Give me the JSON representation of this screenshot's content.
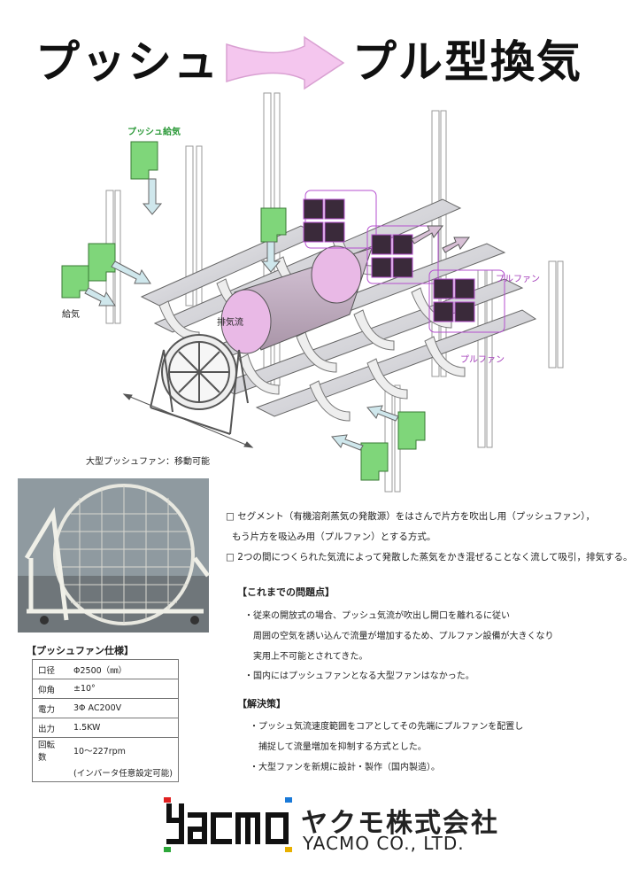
{
  "title": {
    "left": "プッシュ",
    "right": "プル型換気"
  },
  "labels": {
    "push_supply": "プッシュ給気",
    "supply": "給気",
    "exhaust_flow": "排気流",
    "pull_fan_top": "プルファン",
    "pull_fan_bottom": "プルファン",
    "large_fan": "大型プッシュファン：移動可能"
  },
  "description": [
    "□ セグメント（有機溶剤蒸気の発散源）をはさんで片方を吹出し用（プッシュファン），",
    "もう片方を吸込み用（プルファン）とする方式。",
    "□ 2つの間につくられた気流によって発散した蒸気をかき混ぜることなく流して吸引，排気する。"
  ],
  "problems": {
    "heading": "【これまでの問題点】",
    "lines": [
      "・従来の開放式の場合、プッシュ気流が吹出し開口を離れるに従い",
      "周囲の空気を誘い込んで流量が増加するため、プルファン設備が大きくなり",
      "実用上不可能とされてきた。",
      "・国内にはプッシュファンとなる大型ファンはなかった。"
    ]
  },
  "solution": {
    "heading": "【解決策】",
    "lines": [
      "・プッシュ気流速度範囲をコアとしてその先端にプルファンを配置し",
      "捕捉して流量増加を抑制する方式とした。",
      "・大型ファンを新規に設計・製作（国内製造）。"
    ]
  },
  "spec": {
    "heading": "【プッシュファン仕様】",
    "rows": [
      {
        "key": "口径",
        "value": "Φ2500（㎜）"
      },
      {
        "key": "仰角",
        "value": "±10°"
      },
      {
        "key": "電力",
        "value": "3Φ AC200V"
      },
      {
        "key": "出力",
        "value": "1.5KW"
      },
      {
        "key": "回転数",
        "value": "10～227rpm"
      },
      {
        "key": "",
        "value": "(インバータ任意設定可能)"
      }
    ]
  },
  "company": {
    "logo_text": "yacmo",
    "name_jp": "ヤクモ株式会社",
    "name_en": "YACMO CO., LTD."
  },
  "colors": {
    "arrow": "#f4c6ee",
    "green_duct": "#7fd67a",
    "pull_fan": "#b54fcf"
  }
}
